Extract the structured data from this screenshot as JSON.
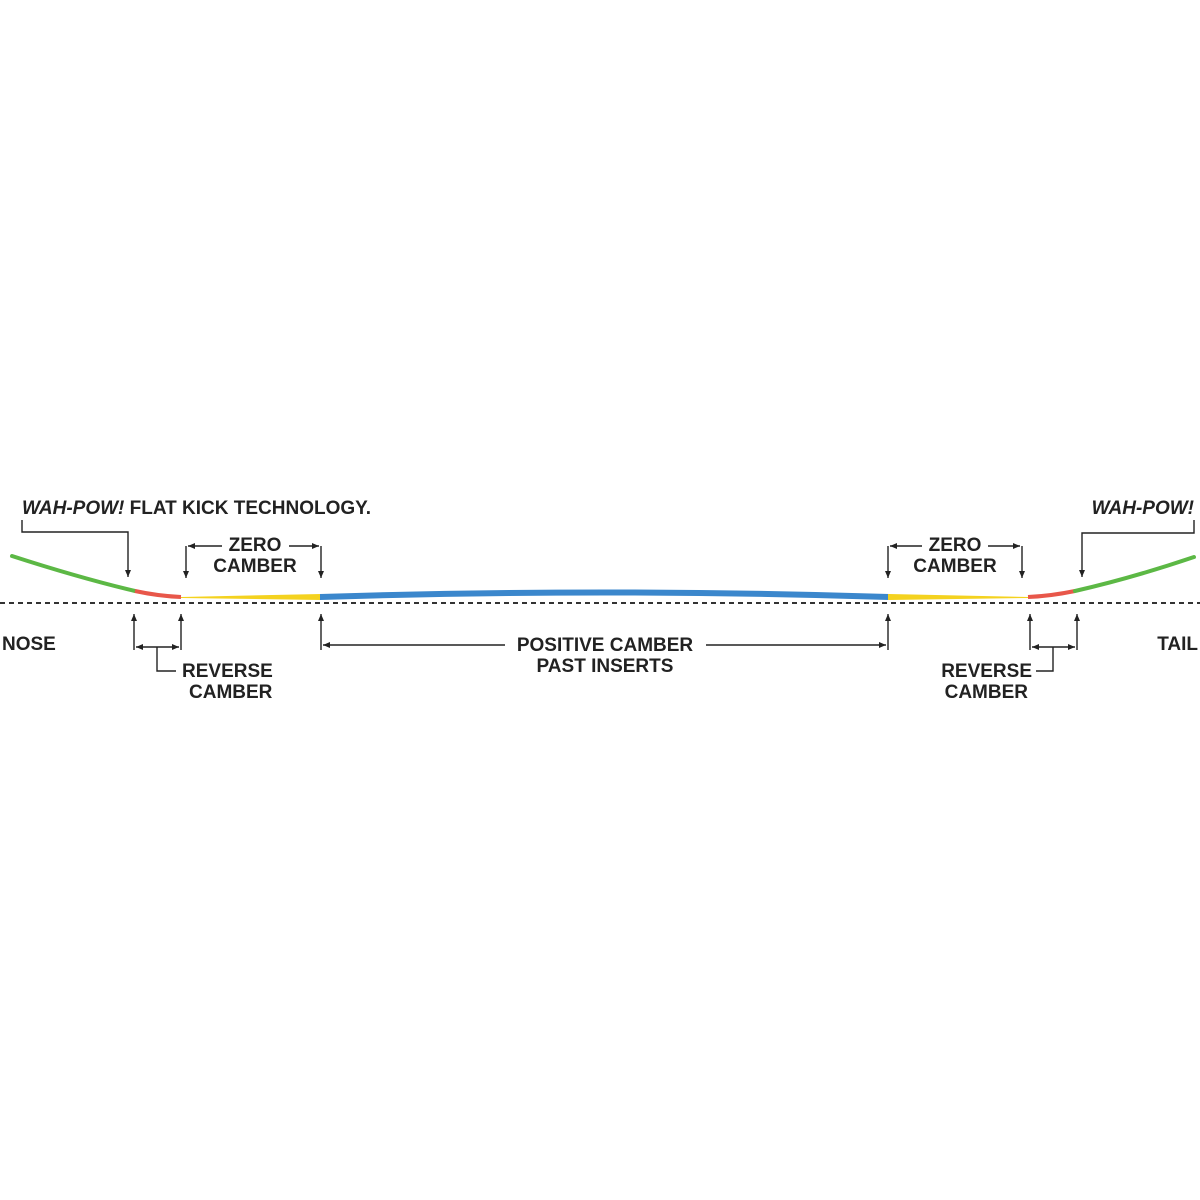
{
  "colors": {
    "background": "#ffffff",
    "text": "#222222",
    "green_tip": "#5cb845",
    "red_reverse": "#e8574a",
    "yellow_zero": "#f4d21f",
    "blue_positive": "#3b87cc",
    "baseline": "#333333"
  },
  "labels": {
    "wah_pow_left": "WAH-POW!",
    "flat_kick": " FLAT KICK TECHNOLOGY.",
    "wah_pow_right": "WAH-POW!",
    "zero_left_1": "ZERO",
    "zero_left_2": "CAMBER",
    "zero_right_1": "ZERO",
    "zero_right_2": "CAMBER",
    "nose": "NOSE",
    "tail": "TAIL",
    "reverse_left_1": "REVERSE",
    "reverse_left_2": "CAMBER",
    "reverse_right_1": "REVERSE",
    "reverse_right_2": "CAMBER",
    "positive_1": "POSITIVE CAMBER",
    "positive_2": "PAST INSERTS"
  }
}
